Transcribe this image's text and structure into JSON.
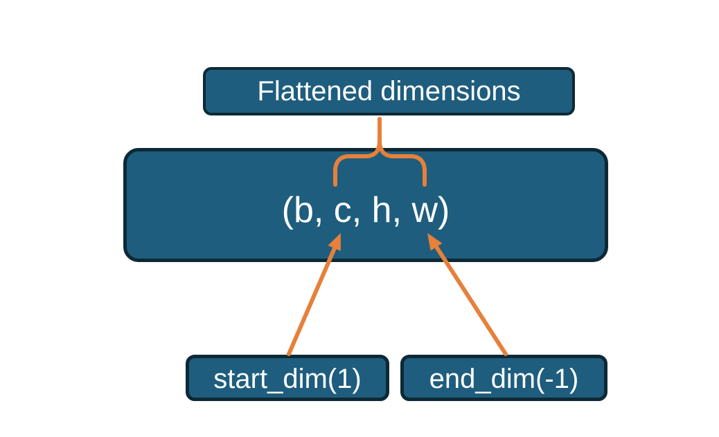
{
  "diagram": {
    "title_box": {
      "label": "Flattened dimensions"
    },
    "tensor_box": {
      "label": "(b, c, h, w)"
    },
    "start_dim_box": {
      "label": "start_dim(1)"
    },
    "end_dim_box": {
      "label": "end_dim(-1)"
    }
  },
  "colors": {
    "node-fill": "#1e5d7d",
    "node-border": "#0d2936",
    "connector": "#e6803a",
    "text": "#ffffff",
    "background": "#ffffff"
  }
}
